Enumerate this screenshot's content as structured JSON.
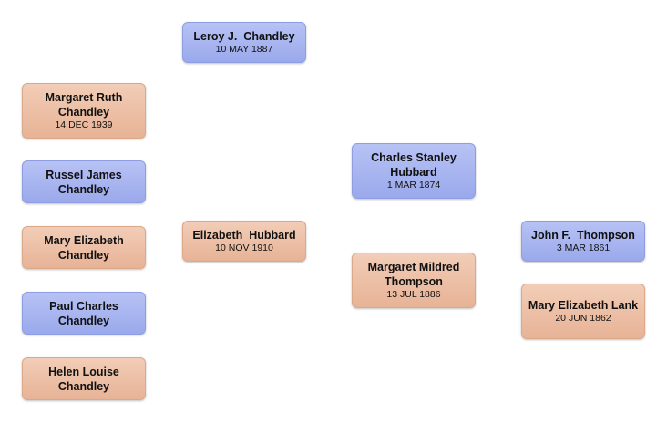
{
  "people": [
    {
      "id": "leroy",
      "name": "Leroy J.  Chandley",
      "date": "10 MAY 1887",
      "sex": "male"
    },
    {
      "id": "margaret-ruth",
      "name": "Margaret Ruth Chandley",
      "date": "14 DEC 1939",
      "sex": "female"
    },
    {
      "id": "russel",
      "name": "Russel James Chandley",
      "date": "",
      "sex": "male"
    },
    {
      "id": "mary-elizabeth-chandley",
      "name": "Mary Elizabeth Chandley",
      "date": "",
      "sex": "female"
    },
    {
      "id": "paul",
      "name": "Paul Charles Chandley",
      "date": "",
      "sex": "male"
    },
    {
      "id": "helen",
      "name": "Helen Louise Chandley",
      "date": "",
      "sex": "female"
    },
    {
      "id": "elizabeth-hubbard",
      "name": "Elizabeth  Hubbard",
      "date": "10 NOV 1910",
      "sex": "female"
    },
    {
      "id": "charles",
      "name": "Charles Stanley Hubbard",
      "date": "1 MAR 1874",
      "sex": "male"
    },
    {
      "id": "margaret-mildred",
      "name": "Margaret Mildred Thompson",
      "date": "13 JUL 1886",
      "sex": "female"
    },
    {
      "id": "john",
      "name": "John F.  Thompson",
      "date": "3 MAR 1861",
      "sex": "male"
    },
    {
      "id": "mary-elizabeth-lank",
      "name": "Mary Elizabeth Lank",
      "date": "20 JUN 1862",
      "sex": "female"
    }
  ]
}
